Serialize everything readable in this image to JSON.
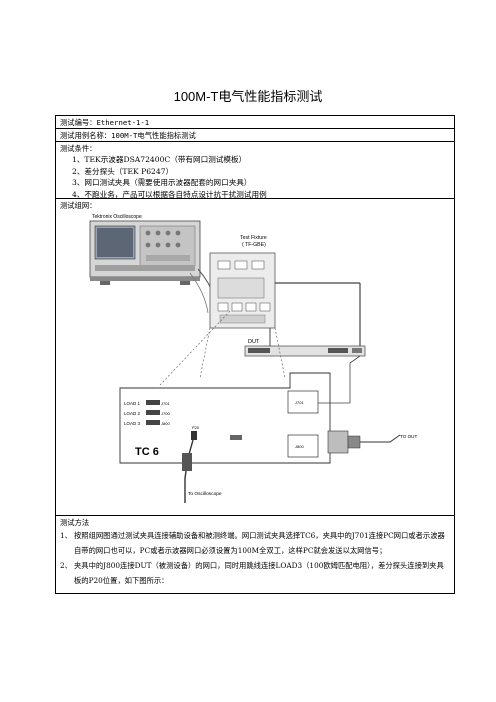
{
  "doc_title": "100M-T电气性能指标测试",
  "test_id": "测试编号：Ethernet-1-1",
  "test_case_name": "测试用例名称：100M-T电气性能指标测试",
  "conditions": {
    "heading": "测试条件：",
    "items": [
      "1、TEK示波器DSA72400C（带有网口测试模板）",
      "2、差分探头（TEK P6247）",
      "3、网口测试夹具（需要使用示波器配套的网口夹具）",
      "4、不跑业务，产品可以根据各自特点设计抗干扰测试用例"
    ]
  },
  "network": {
    "heading": "测试组网：",
    "labels": {
      "scope": "Tektronix Oscilloscope",
      "fixture_line1": "Test Fixture",
      "fixture_line2": "( TF-GBE)",
      "dut": "DUT",
      "load1": "LOAD 1",
      "load2": "LOAD 2",
      "load3": "LOAD 3",
      "j701": "J701",
      "j700": "J700",
      "j800": "J800",
      "p20": "P20",
      "tc6": "TC 6",
      "to_out": "TO OUT",
      "to_scope": "To  Oscilloscope"
    }
  },
  "method": {
    "heading": "测试方法",
    "items": [
      {
        "num": "1、",
        "text": "按照组网图通过测试夹具连接辅助设备和被测终端。网口测试夹具选择TC6，夹具中的J701连接PC网口或者示波器自带的网口也可以，PC或者示波器网口必须设置为100M全双工，这样PC就会发送以太网信号；"
      },
      {
        "num": "2、",
        "text": "夹具中的J800连接DUT（被测设备）的网口，同时用跳线连接LOAD3（100欧姆匹配电阻），差分探头连接到夹具板的P20位置，如下图所示："
      }
    ]
  }
}
